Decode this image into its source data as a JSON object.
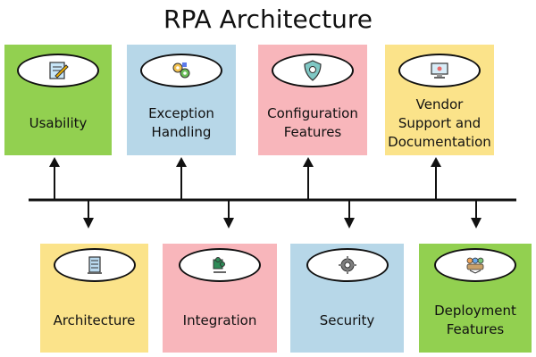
{
  "title": "RPA Architecture",
  "colors": {
    "green": "#92d050",
    "blue": "#b7d7e8",
    "pink": "#f8b6bb",
    "yellow": "#fbe38a",
    "line": "#111111"
  },
  "top_cards": [
    {
      "label": "Usability",
      "icon": "pen-document-icon",
      "color": "green"
    },
    {
      "label": "Exception\nHandling",
      "icon": "gears-icon",
      "color": "blue"
    },
    {
      "label": "Configuration\nFeatures",
      "icon": "shield-icon",
      "color": "pink"
    },
    {
      "label": "Vendor\nSupport and\nDocumentation",
      "icon": "monitor-support-icon",
      "color": "yellow"
    }
  ],
  "bottom_cards": [
    {
      "label": "Architecture",
      "icon": "server-icon",
      "color": "yellow"
    },
    {
      "label": "Integration",
      "icon": "puzzle-icon",
      "color": "pink"
    },
    {
      "label": "Security",
      "icon": "shield-gear-icon",
      "color": "blue"
    },
    {
      "label": "Deployment\nFeatures",
      "icon": "team-handshake-icon",
      "color": "green"
    }
  ]
}
